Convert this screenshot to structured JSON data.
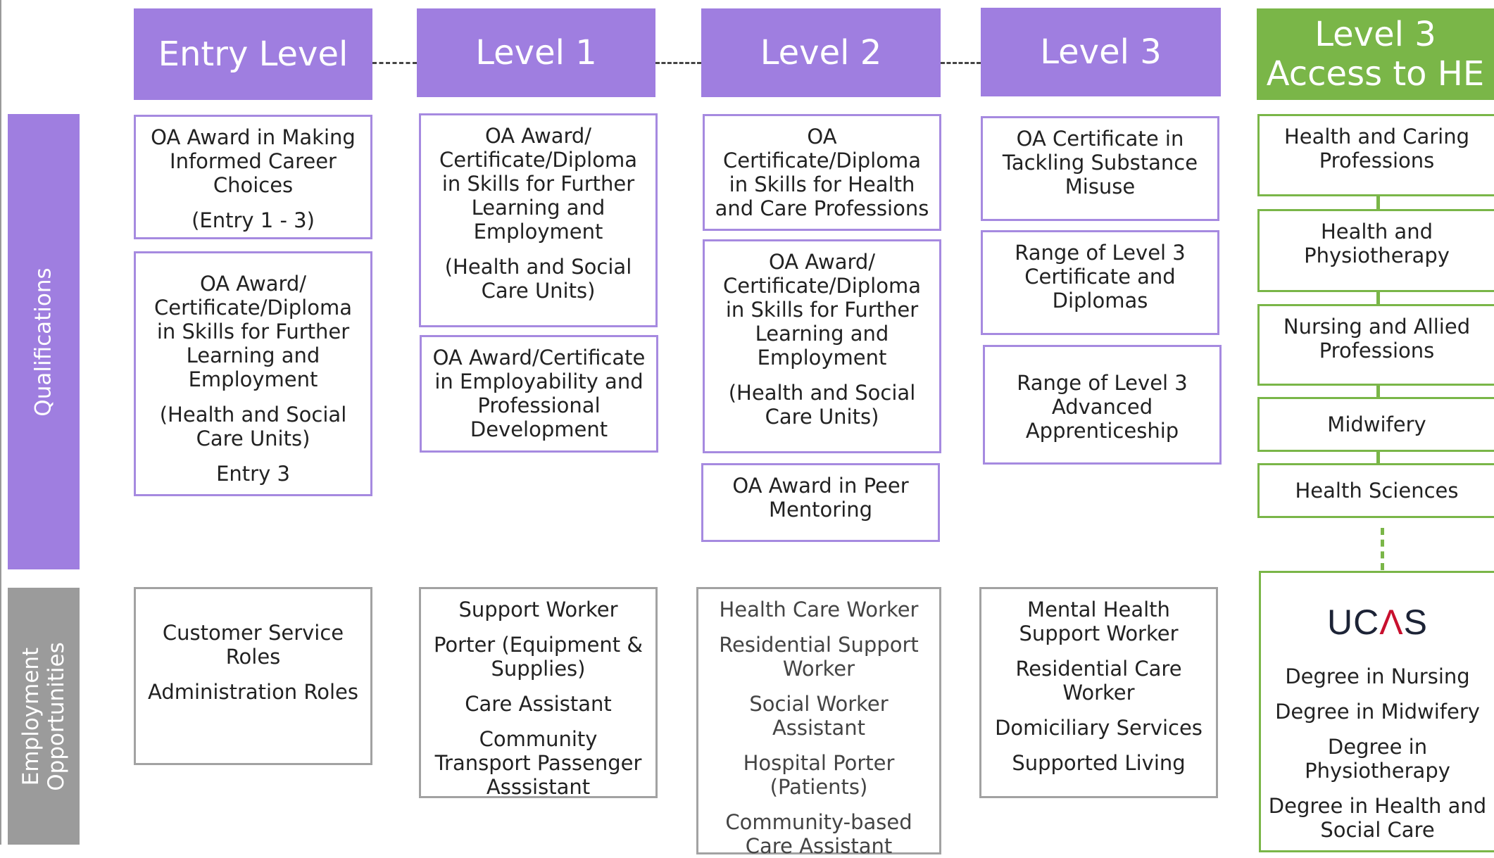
{
  "sidebars": {
    "qualifications": "Qualifications",
    "employment": "Employment Opportunities"
  },
  "columns": [
    {
      "header": "Entry Level",
      "qualifications": [
        [
          "OA Award in Making Informed Career Choices",
          "(Entry 1 - 3)"
        ],
        [
          "OA Award/ Certificate/Diploma in Skills for Further Learning and Employment",
          "(Health and Social Care Units)",
          "Entry 3"
        ]
      ],
      "employment": [
        "Customer Service Roles",
        "Administration Roles"
      ]
    },
    {
      "header": "Level 1",
      "qualifications": [
        [
          "OA Award/ Certificate/Diploma in Skills for Further Learning and Employment",
          "(Health and Social Care Units)"
        ],
        [
          "OA Award/Certificate in Employability and Professional Development"
        ]
      ],
      "employment": [
        "Support Worker",
        "Porter (Equipment & Supplies)",
        "Care Assistant",
        "Community Transport Passenger Asssistant"
      ]
    },
    {
      "header": "Level 2",
      "qualifications": [
        [
          "OA Certificate/Diploma in Skills for Health and Care Professions"
        ],
        [
          "OA Award/ Certificate/Diploma in Skills for Further Learning and Employment",
          "(Health and Social Care Units)"
        ],
        [
          "OA Award in Peer Mentoring"
        ]
      ],
      "employment": [
        "Health Care Worker",
        "Residential Support Worker",
        "Social Worker Assistant",
        "Hospital Porter (Patients)",
        "Community-based Care Assistant"
      ]
    },
    {
      "header": "Level 3",
      "qualifications": [
        [
          "OA Certificate in Tackling Substance Misuse"
        ],
        [
          "Range of Level 3 Certificate and Diplomas"
        ],
        [
          "Range of Level 3 Advanced Apprenticeship"
        ]
      ],
      "employment": [
        "Mental Health Support Worker",
        "Residential Care Worker",
        "Domiciliary Services",
        "Supported Living"
      ]
    },
    {
      "header": "Level 3 Access to HE",
      "qualifications": [
        [
          "Health and Caring Professions"
        ],
        [
          "Health and Physiotherapy"
        ],
        [
          "Nursing and Allied Professions"
        ],
        [
          "Midwifery"
        ],
        [
          "Health Sciences"
        ]
      ],
      "ucas_logo": {
        "prefix": "UC",
        "mark": "Λ",
        "suffix": "S"
      },
      "employment": [
        "Degree in Nursing",
        "Degree in Midwifery",
        "Degree in Physiotherapy",
        "Degree in Health and Social Care"
      ]
    }
  ],
  "colors": {
    "purple": "#9f7ee0",
    "purple_border": "#a68ae0",
    "green": "#7ab648",
    "gray": "#9b9b9b",
    "ucas_red": "#c8102e"
  }
}
